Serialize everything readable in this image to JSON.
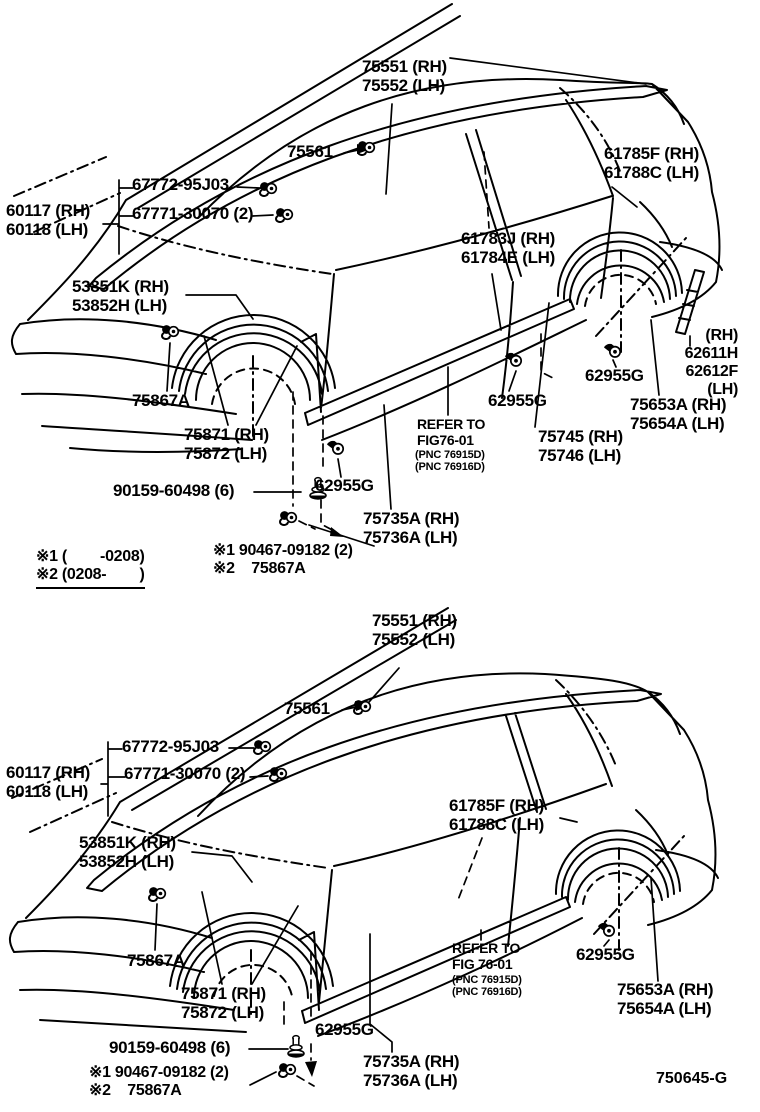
{
  "page": {
    "figure_code": "750645-G",
    "ink_color": "#000000",
    "paper_color": "#ffffff"
  },
  "top_figure": {
    "vehicle": "4-door sedan side view",
    "labels": {
      "roof_drip_side_finish_moulding": "75551 (RH)\n75552 (LH)",
      "roof_moulding_clip": "75561",
      "windshield_clip_a": "67772-95J03",
      "windshield_clip_b": "67771-30070 (2)",
      "windshield_outside_moulding": "60117 (RH)\n60118 (LH)",
      "rear_wheel_opening_moulding": "61785F (RH)\n61788C (LH)",
      "quarter_outside_moulding": "61783J (RH)\n61784E (LH)",
      "front_wheel_opening_moulding": "53851K (RH)\n53852H (LH)",
      "mudguard_clip": "75867A",
      "front_mudguard": "75871 (RH)\n75872 (LH)",
      "bolt": "90159-60498 (6)",
      "clip_front": "62955G",
      "clip_center": "62955G",
      "clip_rear": "62955G",
      "refer_note": "REFER TO\nFIG76-01",
      "refer_note_pnc": "(PNC 76915D)\n(PNC 76916D)",
      "rocker_panel_moulding": "75745 (RH)\n75746 (LH)",
      "quarter_pillar_moulding": "(RH)\n62611H\n62612F\n(LH)",
      "rear_mudguard": "75653A (RH)\n75654A (LH)",
      "side_mudguard": "75735A (RH)\n75736A (LH)"
    },
    "notes": {
      "applicability": "※1 (        -0208)\n※2 (0208-        )",
      "substitution": "※1 90467-09182 (2)\n※2    75867A"
    }
  },
  "bottom_figure": {
    "vehicle": "2-door coupe side view",
    "labels": {
      "roof_drip_side_finish_moulding": "75551 (RH)\n75552 (LH)",
      "roof_moulding_clip": "75561",
      "windshield_clip_a": "67772-95J03",
      "windshield_clip_b": "67771-30070 (2)",
      "windshield_outside_moulding": "60117 (RH)\n60118 (LH)",
      "rear_wheel_opening_moulding": "61785F (RH)\n61788C (LH)",
      "front_wheel_opening_moulding": "53851K (RH)\n53852H (LH)",
      "mudguard_clip": "75867A",
      "front_mudguard": "75871 (RH)\n75872 (LH)",
      "bolt": "90159-60498 (6)",
      "clip_front": "62955G",
      "clip_rear": "62955G",
      "refer_note": "REFER TO\nFIG 76-01",
      "refer_note_pnc": "(PNC 76915D)\n(PNC 76916D)",
      "rear_mudguard": "75653A (RH)\n75654A (LH)",
      "side_mudguard": "75735A (RH)\n75736A (LH)"
    },
    "notes": {
      "substitution": "※1 90467-09182 (2)\n※2    75867A"
    }
  }
}
